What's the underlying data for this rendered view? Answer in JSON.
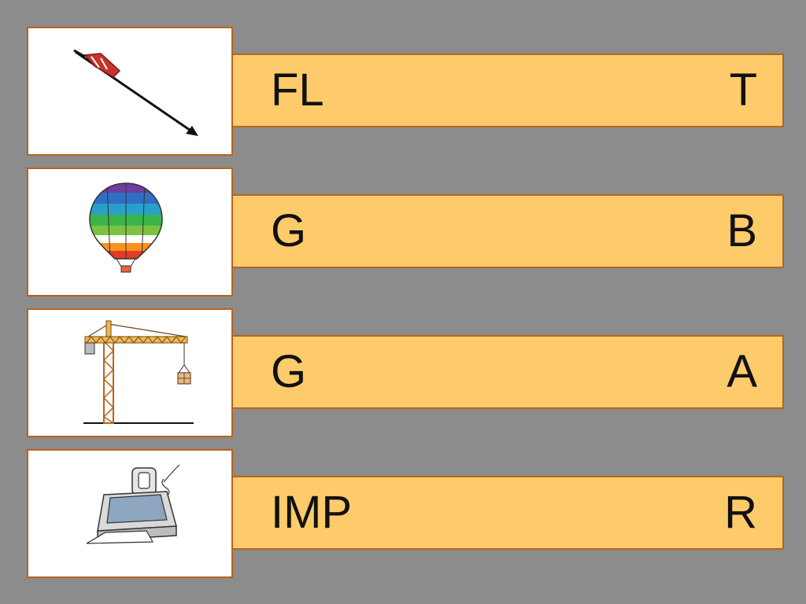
{
  "exercise": {
    "rows": [
      {
        "icon": "arrow-icon",
        "start": "FL",
        "end": "T"
      },
      {
        "icon": "hot-air-balloon-icon",
        "start": "G",
        "end": "B"
      },
      {
        "icon": "tower-crane-icon",
        "start": "G",
        "end": "A"
      },
      {
        "icon": "printer-icon",
        "start": "IMP",
        "end": "R"
      }
    ]
  }
}
